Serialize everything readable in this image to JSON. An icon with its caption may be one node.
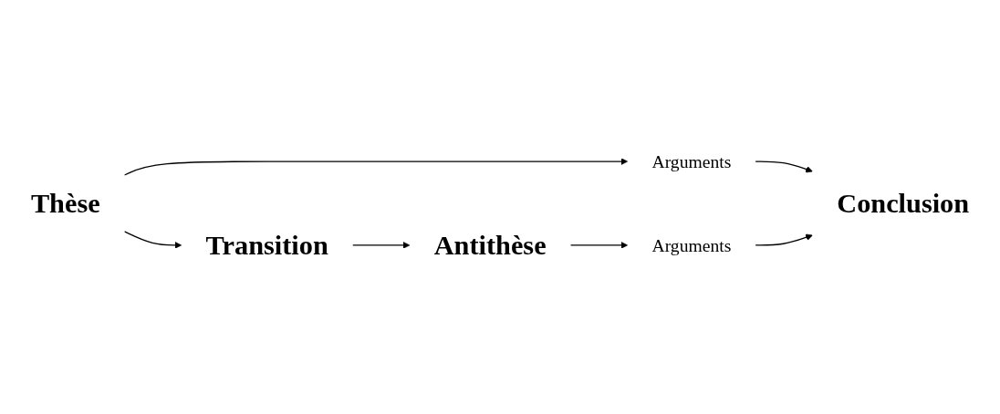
{
  "diagram": {
    "nodes": [
      {
        "text": [
          "Thèse"
        ]
      },
      {
        "text": [
          "Transition"
        ]
      },
      {
        "text": [
          "Antithèse"
        ]
      },
      {
        "text": [
          "Arguments"
        ]
      },
      {
        "text": [
          "Arguments"
        ]
      },
      {
        "text": [
          "Conclusion"
        ]
      }
    ],
    "edges": [
      {
        "from": 0,
        "to": 1,
        "arrow": "to"
      },
      {
        "from": 1,
        "to": 2,
        "arrow": "to"
      },
      {
        "from": 0,
        "to": 3,
        "arrow": "to"
      },
      {
        "from": 2,
        "to": 4,
        "arrow": "to"
      },
      {
        "from": 3,
        "to": 5,
        "arrow": "to"
      },
      {
        "from": 4,
        "to": 5,
        "arrow": "to"
      }
    ]
  }
}
